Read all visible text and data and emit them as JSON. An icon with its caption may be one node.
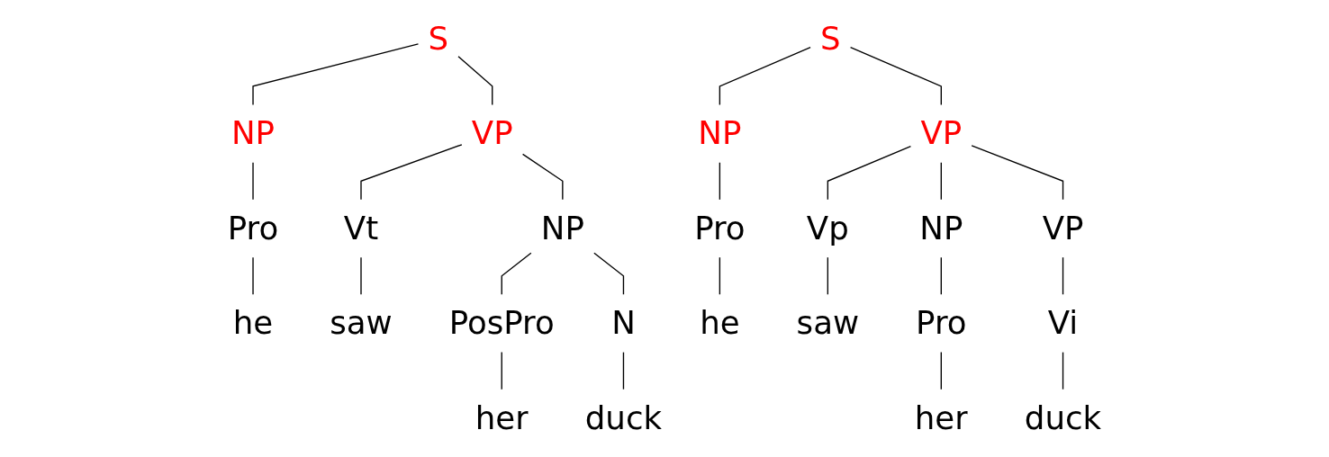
{
  "diagram": {
    "nodes": [
      {
        "text": [
          "S"
        ]
      },
      {
        "text": [
          "NP"
        ]
      },
      {
        "text": [
          "VP"
        ]
      },
      {
        "text": [
          "Pro"
        ]
      },
      {
        "text": [
          "Vt"
        ]
      },
      {
        "text": [
          "NP"
        ]
      },
      {
        "text": [
          "he"
        ]
      },
      {
        "text": [
          "saw"
        ]
      },
      {
        "text": [
          "PosPro"
        ]
      },
      {
        "text": [
          "N"
        ]
      },
      {
        "text": [
          "her"
        ]
      },
      {
        "text": [
          "duck"
        ]
      },
      {
        "text": [
          "S"
        ]
      },
      {
        "text": [
          "NP"
        ]
      },
      {
        "text": [
          "VP"
        ]
      },
      {
        "text": [
          "Pro"
        ]
      },
      {
        "text": [
          "Vp"
        ]
      },
      {
        "text": [
          "NP"
        ]
      },
      {
        "text": [
          "VP"
        ]
      },
      {
        "text": [
          "he"
        ]
      },
      {
        "text": [
          "saw"
        ]
      },
      {
        "text": [
          "Pro"
        ]
      },
      {
        "text": [
          "Vi"
        ]
      },
      {
        "text": [
          "her"
        ]
      },
      {
        "text": [
          "duck"
        ]
      }
    ],
    "edges": [
      {
        "from": 0,
        "to": 1,
        "arrow": "none"
      },
      {
        "from": 0,
        "to": 2,
        "arrow": "none"
      },
      {
        "from": 1,
        "to": 3,
        "arrow": "none"
      },
      {
        "from": 3,
        "to": 6,
        "arrow": "none"
      },
      {
        "from": 2,
        "to": 4,
        "arrow": "none"
      },
      {
        "from": 2,
        "to": 5,
        "arrow": "none"
      },
      {
        "from": 4,
        "to": 7,
        "arrow": "none"
      },
      {
        "from": 5,
        "to": 8,
        "arrow": "none"
      },
      {
        "from": 5,
        "to": 9,
        "arrow": "none"
      },
      {
        "from": 8,
        "to": 10,
        "arrow": "none"
      },
      {
        "from": 9,
        "to": 11,
        "arrow": "none"
      },
      {
        "from": 12,
        "to": 13,
        "arrow": "none"
      },
      {
        "from": 12,
        "to": 14,
        "arrow": "none"
      },
      {
        "from": 13,
        "to": 15,
        "arrow": "none"
      },
      {
        "from": 15,
        "to": 19,
        "arrow": "none"
      },
      {
        "from": 14,
        "to": 16,
        "arrow": "none"
      },
      {
        "from": 14,
        "to": 17,
        "arrow": "none"
      },
      {
        "from": 14,
        "to": 18,
        "arrow": "none"
      },
      {
        "from": 16,
        "to": 20,
        "arrow": "none"
      },
      {
        "from": 17,
        "to": 21,
        "arrow": "none"
      },
      {
        "from": 18,
        "to": 22,
        "arrow": "none"
      },
      {
        "from": 21,
        "to": 23,
        "arrow": "none"
      },
      {
        "from": 22,
        "to": 24,
        "arrow": "none"
      }
    ]
  }
}
